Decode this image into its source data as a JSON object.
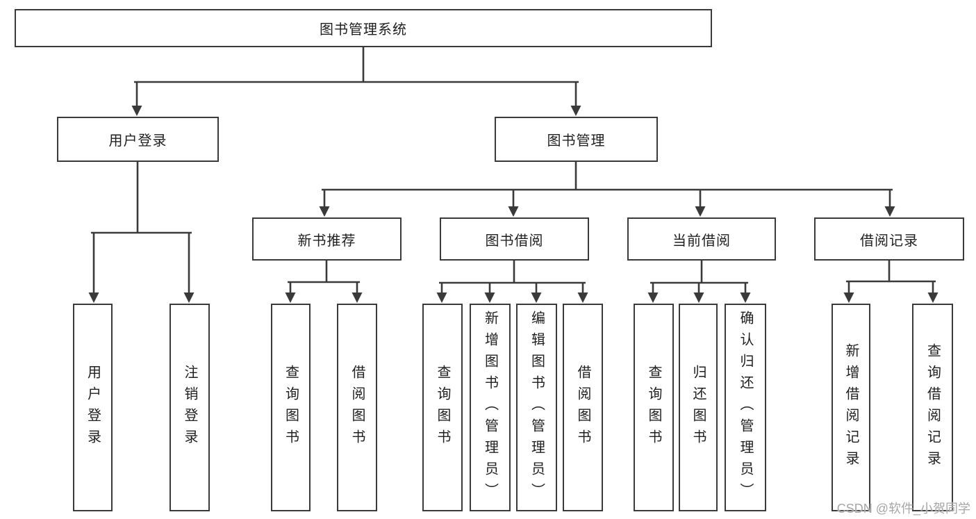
{
  "diagram": {
    "root": {
      "label": "图书管理系统"
    },
    "level2": [
      {
        "label": "用户登录"
      },
      {
        "label": "图书管理"
      }
    ],
    "level3": [
      {
        "label": "新书推荐"
      },
      {
        "label": "图书借阅"
      },
      {
        "label": "当前借阅"
      },
      {
        "label": "借阅记录"
      }
    ],
    "leaves": [
      {
        "label": "用户登录"
      },
      {
        "label": "注销登录"
      },
      {
        "label": "查询图书"
      },
      {
        "label": "借阅图书"
      },
      {
        "label": "查询图书"
      },
      {
        "label": "新增图书（管理员）"
      },
      {
        "label": "编辑图书（管理员）"
      },
      {
        "label": "借阅图书"
      },
      {
        "label": "查询图书"
      },
      {
        "label": "归还图书"
      },
      {
        "label": "确认归还（管理员）"
      },
      {
        "label": "新增借阅记录"
      },
      {
        "label": "查询借阅记录"
      }
    ]
  },
  "watermark": {
    "text": "CSDN @软件_小贺同学"
  },
  "colors": {
    "line": "#3a3a3a",
    "box_border": "#3a3a3a",
    "text": "#1f1f1f",
    "watermark": "#a6a6a6",
    "background": "#ffffff"
  }
}
